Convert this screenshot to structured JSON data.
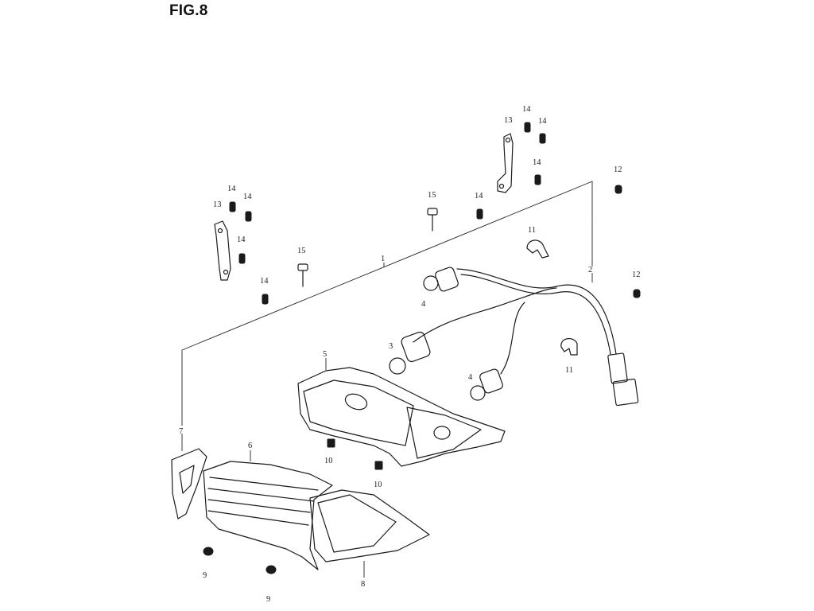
{
  "figure": {
    "title": "FIG.8"
  },
  "callouts": {
    "c1": "1",
    "c2": "2",
    "c3": "3",
    "c4a": "4",
    "c4b": "4",
    "c5": "5",
    "c6": "6",
    "c7": "7",
    "c8": "8",
    "c9a": "9",
    "c9b": "9",
    "c10a": "10",
    "c10b": "10",
    "c11a": "11",
    "c11b": "11",
    "c12a": "12",
    "c12b": "12",
    "c13a": "13",
    "c13b": "13",
    "c14a": "14",
    "c14b": "14",
    "c14c": "14",
    "c14d": "14",
    "c14e": "14",
    "c14f": "14",
    "c14g": "14",
    "c14h": "14",
    "c15a": "15",
    "c15b": "15"
  }
}
